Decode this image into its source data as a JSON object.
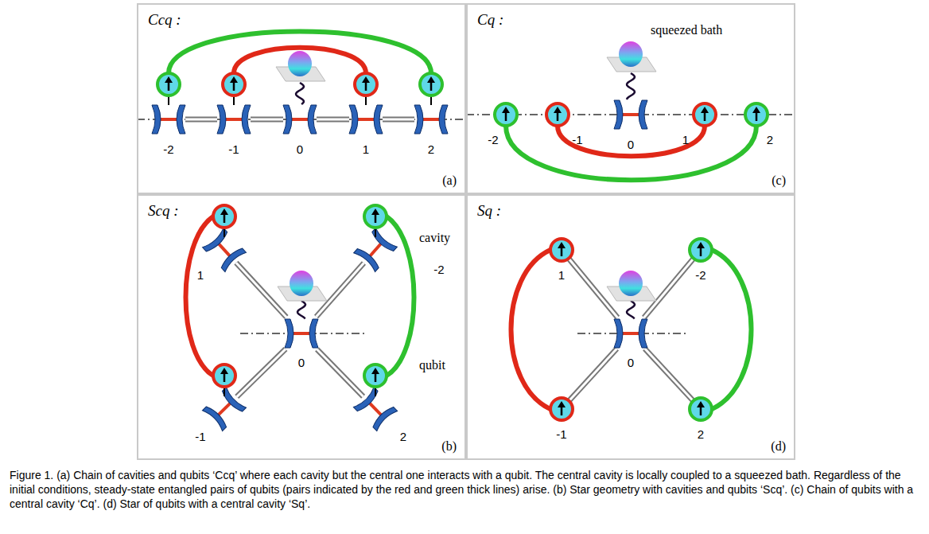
{
  "diagram": {
    "caption": "Figure 1. (a) Chain of cavities and qubits ‘Ccq’ where each cavity but the central one interacts with a qubit. The central cavity is locally coupled to a squeezed bath. Regardless of the initial conditions, steady-state entangled pairs of qubits (pairs indicated by the red and green thick lines) arise. (b) Star geometry with cavities and qubits ‘Scq’. (c) Chain of qubits with a central cavity ‘Cq’. (d) Star of qubits with a central cavity ‘Sq’.",
    "nodes": [
      {
        "text": [
          "Ccq :",
          "(a)"
        ]
      },
      {
        "text": [
          "Cq :",
          "(c)"
        ]
      },
      {
        "text": [
          "Scq :",
          "(b)"
        ]
      },
      {
        "text": [
          "Sq :",
          "(d)"
        ]
      }
    ],
    "labels": [
      "-2",
      "-1",
      "0",
      "1",
      "2",
      "squeezed bath",
      "-2",
      "-1",
      "0",
      "1",
      "2",
      "1",
      "cavity",
      "-2",
      "qubit",
      "-1",
      "0",
      "2",
      "1",
      "-2",
      "-1",
      "0",
      "2"
    ]
  }
}
